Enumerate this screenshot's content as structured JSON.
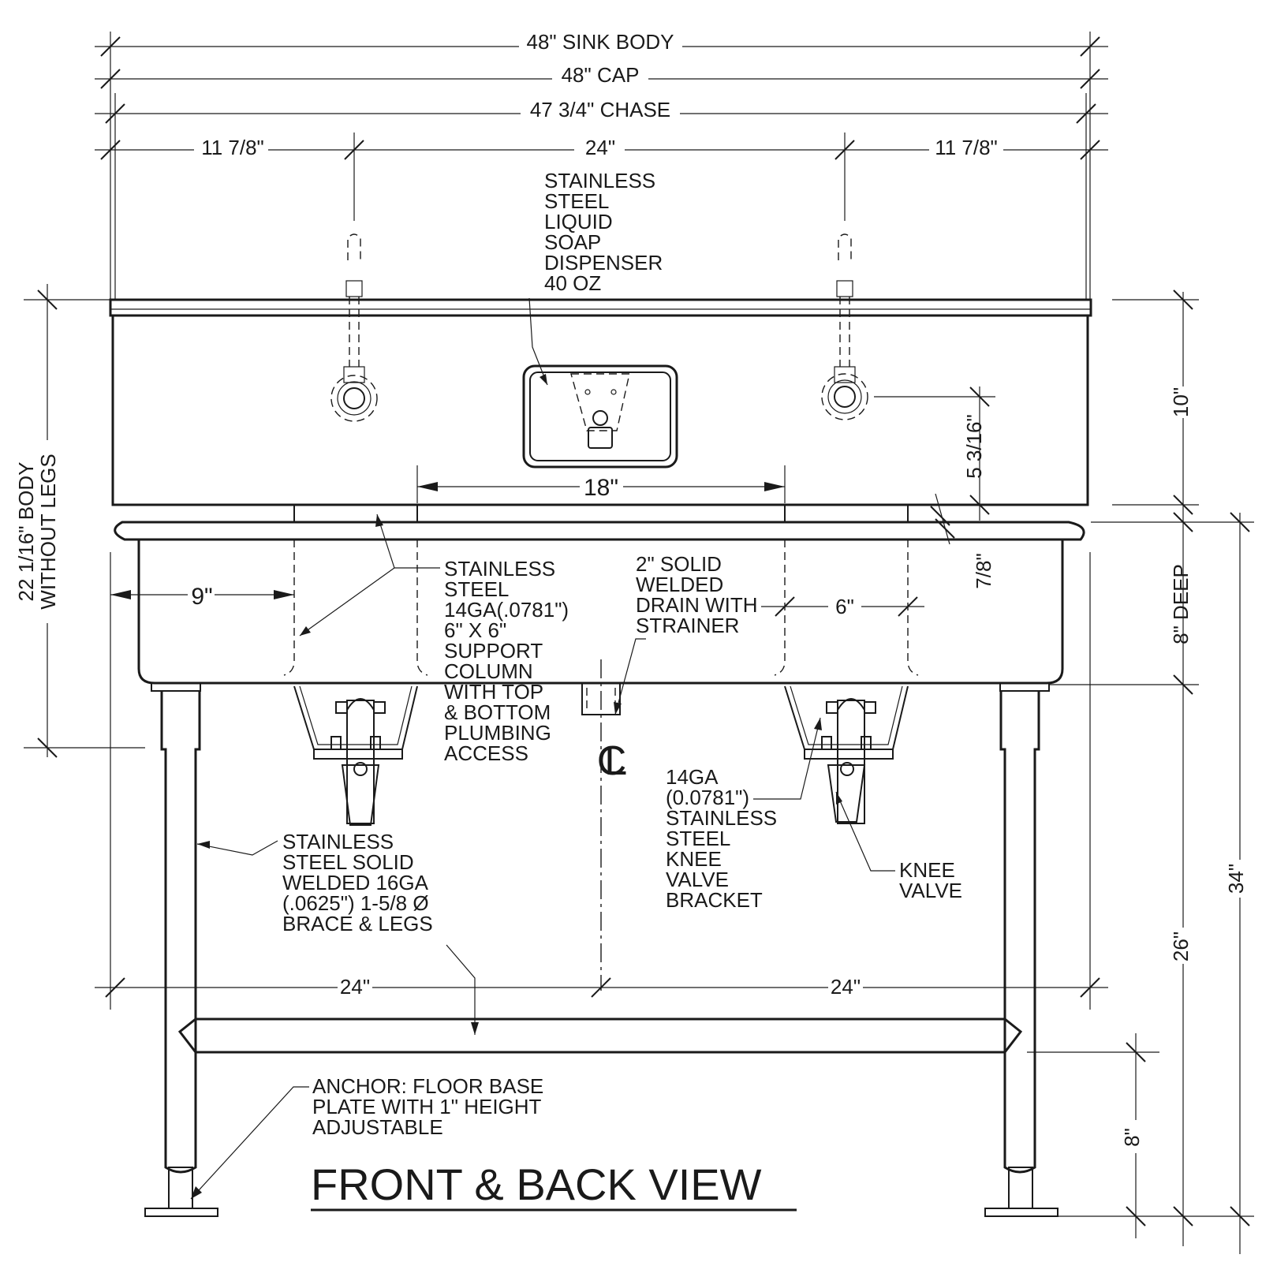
{
  "dimensions": {
    "sink_body": "48\" SINK BODY",
    "cap": "48\" CAP",
    "chase": "47 3/4\" CHASE",
    "left_offset": "11 7/8\"",
    "faucet_spacing": "24\"",
    "right_offset": "11 7/8\"",
    "dispenser_gap": "18\"",
    "bowl_offset": "9\"",
    "column_width": "6\"",
    "dispenser_height": "5 3/16\"",
    "rim_height": "7/8\"",
    "body_height": "22 1/16\" BODY",
    "body_height_note": "WITHOUT LEGS",
    "splash_height": "10\"",
    "bowl_depth": "8\" DEEP",
    "overall_height": "34\"",
    "floor_to_rim": "26\"",
    "brace_height": "8\"",
    "leg_span_left": "24\"",
    "leg_span_right": "24\""
  },
  "labels": {
    "soap_dispenser": [
      "STAINLESS",
      "STEEL",
      "LIQUID",
      "SOAP",
      "DISPENSER",
      "40 OZ"
    ],
    "support_column": [
      "STAINLESS",
      "STEEL",
      "14GA(.0781\")",
      "6\" X 6\"",
      "SUPPORT",
      "COLUMN",
      "WITH TOP",
      "& BOTTOM",
      "PLUMBING",
      "ACCESS"
    ],
    "drain": [
      "2\" SOLID",
      "WELDED",
      "DRAIN WITH",
      "STRAINER"
    ],
    "knee_bracket": [
      "14GA",
      "(0.0781\")",
      "STAINLESS",
      "STEEL",
      "KNEE",
      "VALVE",
      "BRACKET"
    ],
    "knee_valve": [
      "KNEE",
      "VALVE"
    ],
    "legs": [
      "STAINLESS",
      "STEEL SOLID",
      "WELDED 16GA",
      "(.0625\") 1-5/8 Ø",
      "BRACE & LEGS"
    ],
    "anchor": [
      "ANCHOR: FLOOR BASE",
      "PLATE WITH 1\" HEIGHT",
      "ADJUSTABLE"
    ],
    "centerline": "CL"
  },
  "title": "FRONT & BACK VIEW"
}
